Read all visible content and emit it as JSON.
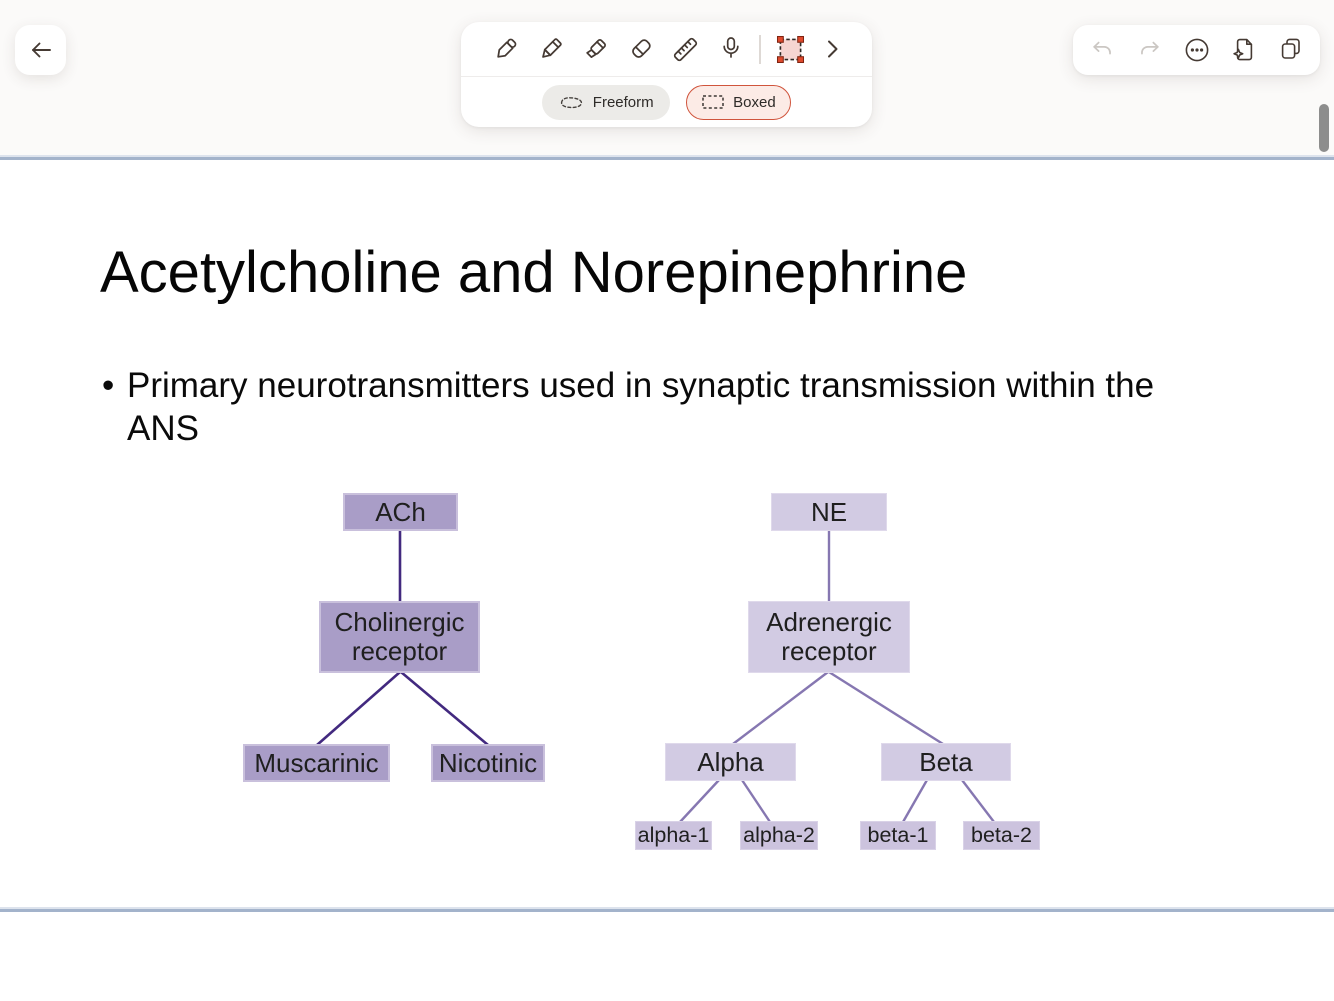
{
  "nav": {
    "back_icon": "left-arrow-icon"
  },
  "toolbar": {
    "tools": [
      "pen-icon",
      "pencil-icon",
      "highlighter-icon",
      "eraser-icon",
      "ruler-icon",
      "microphone-icon",
      "boxed-selection-icon",
      "more-tools-chevron-icon"
    ],
    "active_tool": "boxed-selection-icon",
    "selection_mode": {
      "freeform_label": "Freeform",
      "boxed_label": "Boxed",
      "selected": "Boxed"
    }
  },
  "top_right_toolbar": {
    "icons": [
      "undo-icon",
      "redo-icon",
      "more-options-icon",
      "document-sparkle-icon",
      "copy-pages-icon"
    ],
    "disabled_icons": [
      "undo-icon",
      "redo-icon"
    ]
  },
  "slide": {
    "title": "Acetylcholine and Norepinephrine",
    "bullet_char": "•",
    "bullet_text": "Primary neurotransmitters used in synaptic transmission within the ANS",
    "diagram": {
      "nodes": {
        "ach": "ACh",
        "cholinergic": "Cholinergic receptor",
        "muscarinic": "Muscarinic",
        "nicotinic": "Nicotinic",
        "ne": "NE",
        "adrenergic": "Adrenergic receptor",
        "alpha": "Alpha",
        "beta": "Beta",
        "alpha1": "alpha-1",
        "alpha2": "alpha-2",
        "beta1": "beta-1",
        "beta2": "beta-2"
      },
      "colors": {
        "left_box_fill": "#a99dc7",
        "left_line": "#42297f",
        "right_box_fill": "#d2cbe3",
        "right_leaf_fill": "#ccc3de",
        "right_line": "#8677b1"
      }
    }
  },
  "colors": {
    "accent_red": "#d0543c",
    "selection_fill": "#f6d5d1",
    "page_separator": "#a3b3cb",
    "scrollbar": "#8d8d8d"
  }
}
